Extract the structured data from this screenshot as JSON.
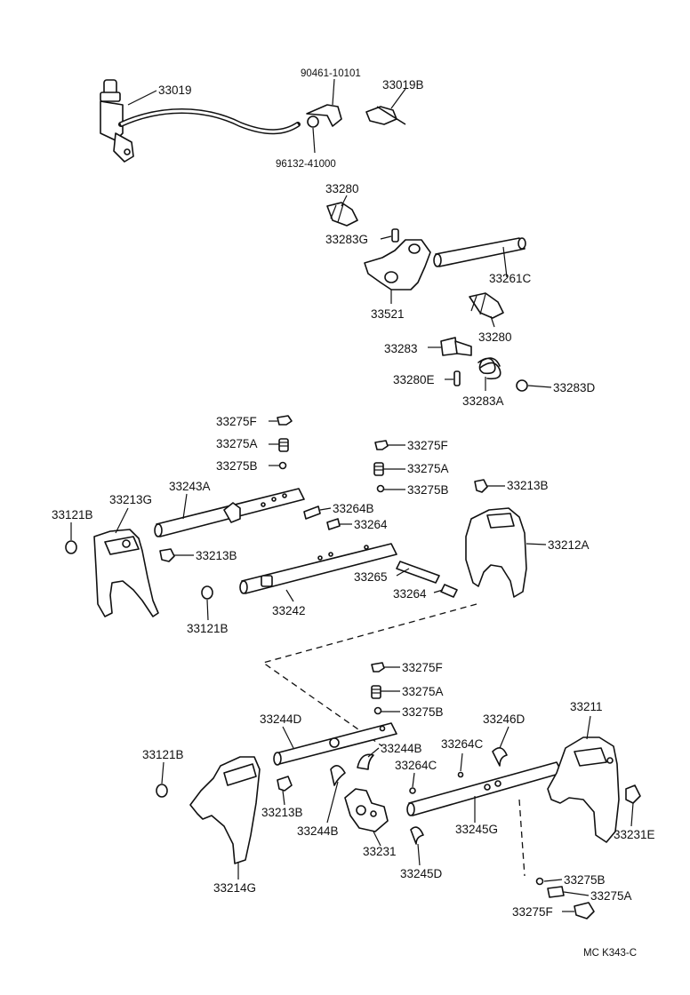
{
  "labels": {
    "p33019": "33019",
    "p90461": "90461-10101",
    "p33019b": "33019B",
    "p96132": "96132-41000",
    "p33280_top": "33280",
    "p33283g": "33283G",
    "p33261c": "33261C",
    "p33521": "33521",
    "p33280_mid": "33280",
    "p33283": "33283",
    "p33280e": "33280E",
    "p33283a": "33283A",
    "p33283d": "33283D",
    "p33275f_a": "33275F",
    "p33275a_a": "33275A",
    "p33275b_a": "33275B",
    "p33275f_b": "33275F",
    "p33275a_b": "33275A",
    "p33275b_b": "33275B",
    "p33213b_right": "33213B",
    "p33121b_left": "33121B",
    "p33213g": "33213G",
    "p33243a": "33243A",
    "p33264b": "33264B",
    "p33264_a": "33264",
    "p33212a": "33212A",
    "p33213b_left": "33213B",
    "p33265": "33265",
    "p33264_b": "33264",
    "p33121b_mid": "33121B",
    "p33242": "33242",
    "p33275f_c": "33275F",
    "p33275a_c": "33275A",
    "p33275b_c": "33275B",
    "p33244d": "33244D",
    "p33246d": "33246D",
    "p33211": "33211",
    "p33264c_a": "33264C",
    "p33244b_a": "33244B",
    "p33121b_low": "33121B",
    "p33264c_b": "33264C",
    "p33213b_low": "33213B",
    "p33244b_b": "33244B",
    "p33245g": "33245G",
    "p33231e": "33231E",
    "p33231": "33231",
    "p33245d": "33245D",
    "p33214g": "33214G",
    "p33275b_d": "33275B",
    "p33275a_d": "33275A",
    "p33275f_d": "33275F"
  },
  "footer": {
    "code": "MC  K343-C"
  }
}
